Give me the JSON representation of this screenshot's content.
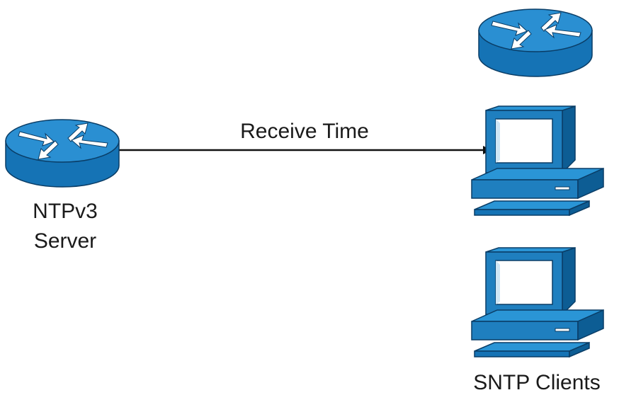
{
  "server": {
    "label_line1": "NTPv3",
    "label_line2": "Server"
  },
  "link": {
    "label": "Receive Time"
  },
  "clients": {
    "label": "SNTP Clients"
  },
  "colors": {
    "device_fill": "#1f7fbf",
    "device_top": "#2a95d6",
    "device_dark": "#0d5d94",
    "outline": "#0a3d66",
    "screen": "#ffffff",
    "arrow": "#111111",
    "text": "#1a1a1a"
  },
  "icons": [
    "router-icon",
    "router-icon",
    "computer-icon",
    "computer-icon"
  ]
}
